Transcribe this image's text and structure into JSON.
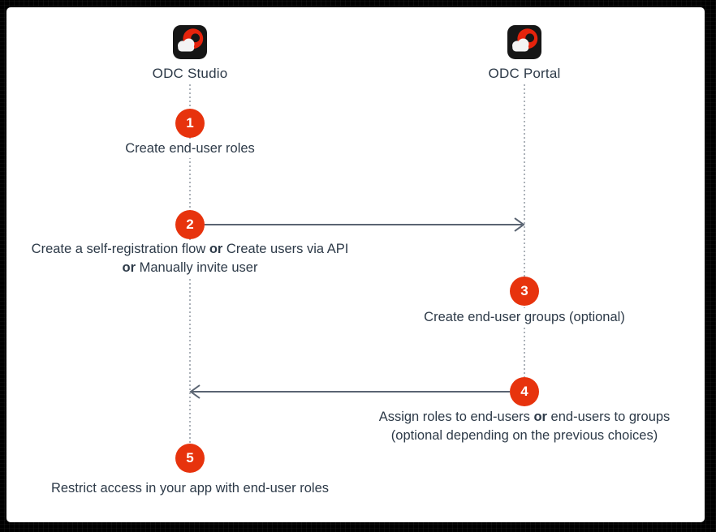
{
  "diagram": {
    "lanes": [
      {
        "label": "ODC Studio",
        "icon": "odc-cloud-app-icon"
      },
      {
        "label": "ODC Portal",
        "icon": "odc-cloud-app-icon"
      }
    ],
    "steps": [
      {
        "number": "1",
        "lane": "ODC Studio",
        "text": "Create end-user roles"
      },
      {
        "number": "2",
        "lane": "ODC Studio",
        "arrow": {
          "direction": "right",
          "from": "ODC Studio",
          "to": "ODC Portal"
        },
        "line1_pre": "Create a self-registration flow ",
        "line1_bold": "or",
        "line1_post": " Create users via API",
        "line2_bold": "or",
        "line2_post": " Manually invite user"
      },
      {
        "number": "3",
        "lane": "ODC Portal",
        "text": "Create end-user groups (optional)"
      },
      {
        "number": "4",
        "lane": "ODC Portal",
        "arrow": {
          "direction": "left",
          "from": "ODC Portal",
          "to": "ODC Studio"
        },
        "line1_pre": "Assign roles to end-users ",
        "line1_bold": "or",
        "line1_post": " end-users to groups",
        "line2": "(optional depending on the previous choices)"
      },
      {
        "number": "5",
        "lane": "ODC Studio",
        "text": "Restrict access in your app with end-user roles"
      }
    ],
    "colors": {
      "step_red": "#E7330D",
      "arrow": "#5A6472",
      "lifeline": "#ACB2B9",
      "text": "#2D3A48",
      "icon_bg": "#161616",
      "icon_red": "#E5230C",
      "icon_cloud": "#F3F3F3"
    }
  }
}
